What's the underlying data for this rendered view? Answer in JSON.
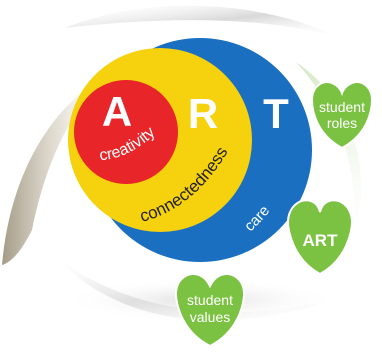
{
  "core": {
    "letters": [
      "A",
      "R",
      "T"
    ],
    "rings": [
      {
        "word": "creativity",
        "color": "#e8262a"
      },
      {
        "word": "connectedness",
        "color": "#f6d10d"
      },
      {
        "word": "care",
        "color": "#1a6fc1"
      }
    ]
  },
  "hearts": [
    {
      "lines": [
        "student",
        "roles"
      ],
      "color": "#7cc242"
    },
    {
      "lines": [
        "ART"
      ],
      "color": "#7cc242"
    },
    {
      "lines": [
        "student",
        "values"
      ],
      "color": "#7cc242"
    }
  ],
  "colors": {
    "swoosh_left": "#9a8f78",
    "swoosh_grey": "#c7c7c7",
    "swoosh_green": "#b7d8a2"
  }
}
